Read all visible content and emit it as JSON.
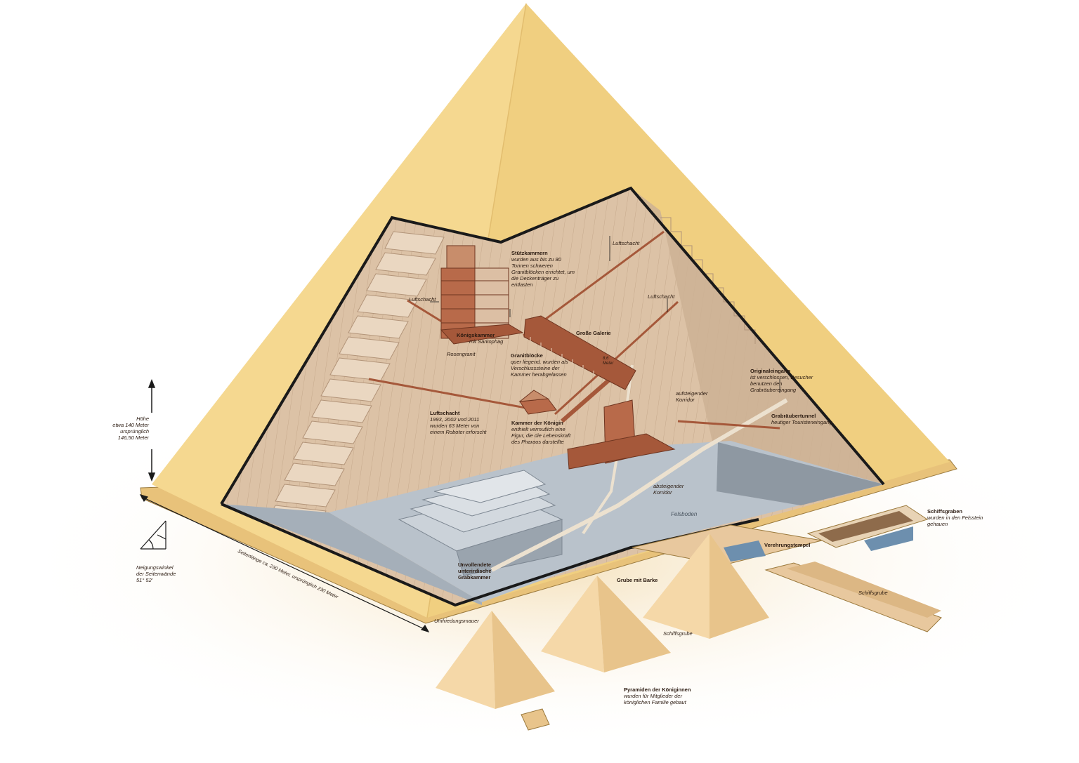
{
  "colors": {
    "pyramid_face_light": "#f7dd95",
    "pyramid_face_shade": "#e9c472",
    "interior_wall": "#dcc2a6",
    "interior_shade": "#c9a98b",
    "chamber_brown": "#a5583a",
    "bedrock_gray": "#b7c0c9",
    "bedrock_dark": "#8f99a3",
    "outline": "#1a1a1a",
    "queens_pyramids": "#f3d3a0"
  },
  "labels": {
    "stuetzkammern": {
      "title": "Stützkammern",
      "desc": "wurden aus bis zu 80 Tonnen schweren Granitblöcken errichtet, um die Deckenträger zu entlasten"
    },
    "luftschacht_top": {
      "title": "Luftschacht"
    },
    "luftschacht_mid": {
      "title": "Luftschacht"
    },
    "luftschacht_left": {
      "title": "Luftschacht"
    },
    "koenigskammer": {
      "title": "Königskammer",
      "desc": "mit Sarkophag"
    },
    "rosengranit": {
      "title": "Rosengranit"
    },
    "grosse_galerie": {
      "title": "Große Galerie"
    },
    "granitbloecke": {
      "title": "Granitblöcke",
      "desc": "quer liegend, wurden als Verschlusssteine der Kammer herabgelassen"
    },
    "galerie_hoehe": {
      "title": "8,6 Meter"
    },
    "originaleingang": {
      "title": "Originaleingang",
      "desc": "ist verschlossen, Besucher benutzen den Grabräubereingang"
    },
    "aufsteigender_korridor": {
      "title": "aufsteigender Korridor"
    },
    "grabraeubertunnel": {
      "title": "Grabräubertunnel",
      "desc": "heutiger Touristeneingang"
    },
    "luftschacht_note": {
      "title": "Luftschacht",
      "desc": "1993, 2002 und 2011 wurden 63 Meter von einem Roboter erforscht"
    },
    "kammer_koenigin": {
      "title": "Kammer der Königin",
      "desc": "enthielt vermutlich eine Figur, die die Lebenskraft des Pharaos darstellte"
    },
    "absteigender_korridor": {
      "title": "absteigender Korridor"
    },
    "felsboden": {
      "title": "Felsboden"
    },
    "schiffsgraben": {
      "title": "Schiffsgraben",
      "desc": "wurden in den Felsstein gehauen"
    },
    "verehrungstempel": {
      "title": "Verehrungstempel"
    },
    "unvollendete_kammer": {
      "title": "Unvollendete unterirdische Grabkammer"
    },
    "grube_barke": {
      "title": "Grube mit Barke"
    },
    "schiffsgrube_1": {
      "title": "Schiffsgrube"
    },
    "schiffsgrube_2": {
      "title": "Schiffsgrube"
    },
    "umfriedungsmauer": {
      "title": "Umfriedungsmauer"
    },
    "pyramiden_koeniginnen": {
      "title": "Pyramiden der Königinnen",
      "desc": "wurden für Mitglieder der königlichen Familie gebaut"
    },
    "hoehe": {
      "title": "Höhe",
      "desc": "etwa 140 Meter ursprünglich 146,50 Meter"
    },
    "neigungswinkel": {
      "title": "Neigungswinkel der Seitenwände",
      "desc": "51° 52'"
    },
    "basis": {
      "title": "Seitenlänge ca. 230 Meter, ursprünglich 230 Meter"
    }
  }
}
